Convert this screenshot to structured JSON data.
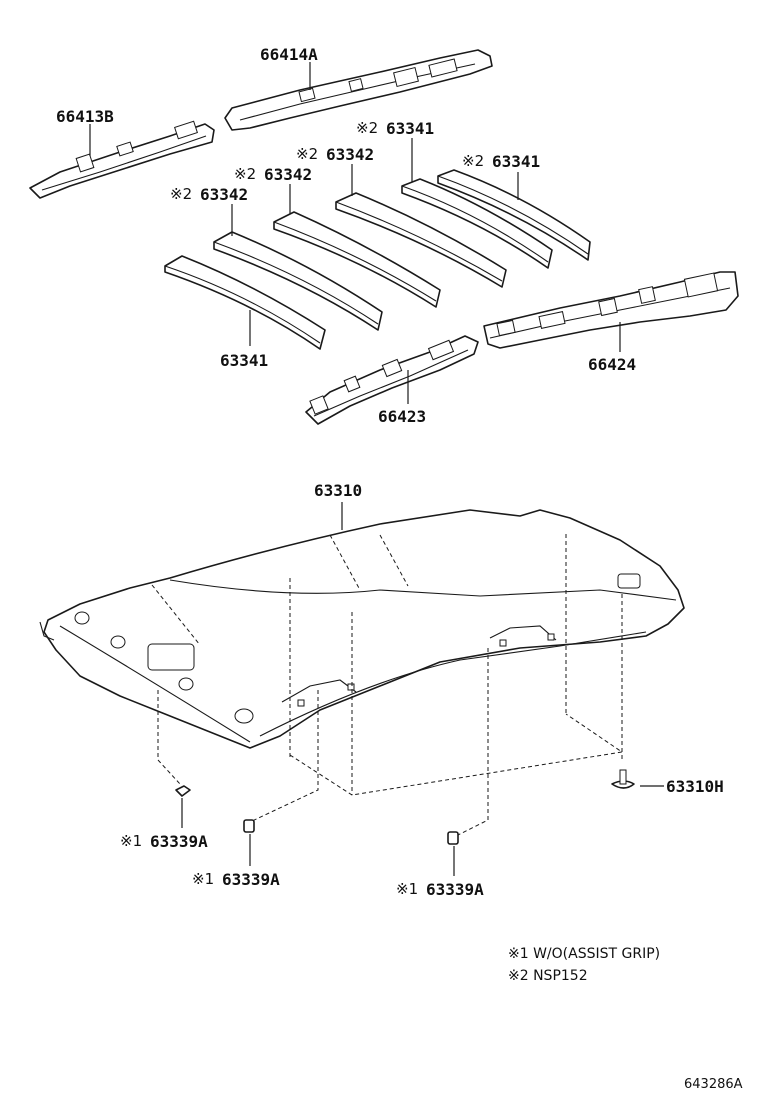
{
  "labels": {
    "p66414A": "66414A",
    "p66413B": "66413B",
    "pad_top2": {
      "mark": "※2",
      "pn": "63341"
    },
    "pad_top1": {
      "mark": "※2",
      "pn": "63341"
    },
    "pad_mid1": {
      "mark": "※2",
      "pn": "63342"
    },
    "pad_mid2": {
      "mark": "※2",
      "pn": "63342"
    },
    "pad_mid3": {
      "mark": "※2",
      "pn": "63342"
    },
    "p63341_bottom": "63341",
    "p66424": "66424",
    "p66423": "66423",
    "p63310": "63310",
    "p63310H": "63310H",
    "clip_a": {
      "mark": "※1",
      "pn": "63339A"
    },
    "clip_b": {
      "mark": "※1",
      "pn": "63339A"
    },
    "clip_c": {
      "mark": "※1",
      "pn": "63339A"
    }
  },
  "notes": {
    "n1": "※1 W/O(ASSIST GRIP)",
    "n2": "※2 NSP152"
  },
  "ref_code": "643286A"
}
